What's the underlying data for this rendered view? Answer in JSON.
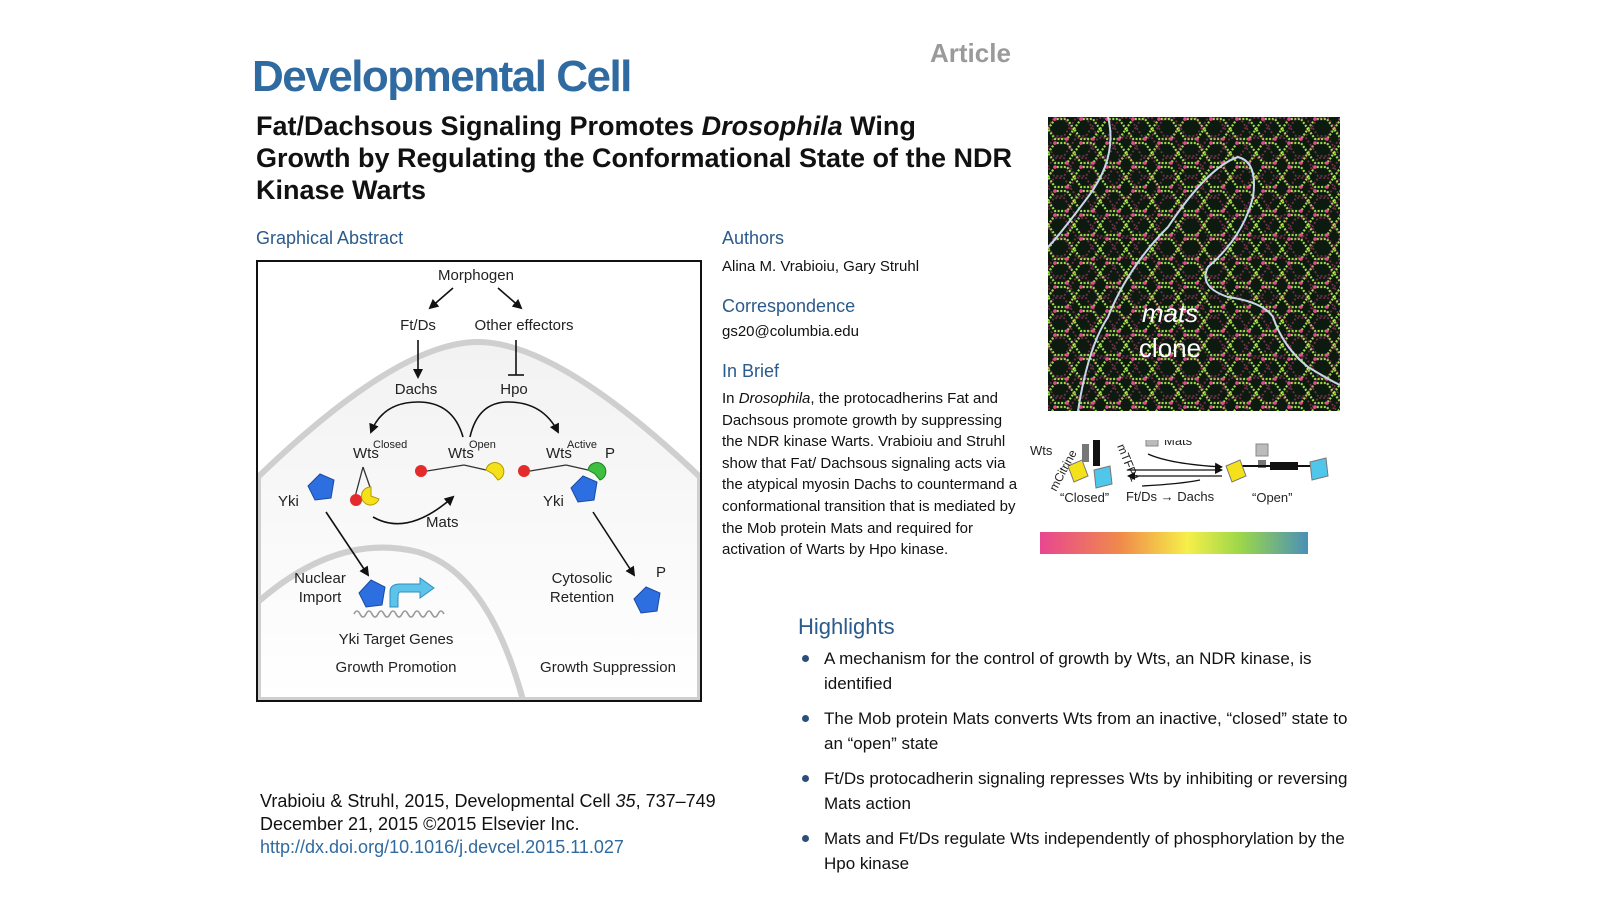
{
  "header": {
    "article_tag": "Article",
    "journal": "Developmental Cell",
    "title_part1": "Fat/Dachsous Signaling Promotes ",
    "title_italic": "Drosophila",
    "title_part2": " Wing Growth by Regulating the Conformational State of the NDR Kinase Warts"
  },
  "graphical_abstract": {
    "heading": "Graphical Abstract",
    "labels": {
      "morphogen": "Morphogen",
      "ftds": "Ft/Ds",
      "other_effectors": "Other effectors",
      "dachs": "Dachs",
      "hpo": "Hpo",
      "wts": "Wts",
      "closed": "Closed",
      "open": "Open",
      "active": "Active",
      "p": "P",
      "yki": "Yki",
      "mats": "Mats",
      "nuclear": "Nuclear",
      "import": "Import",
      "cytosolic": "Cytosolic",
      "retention": "Retention",
      "yki_target_genes": "Yki Target Genes",
      "growth_promotion": "Growth Promotion",
      "growth_suppression": "Growth Suppression"
    }
  },
  "authors": {
    "heading": "Authors",
    "names": "Alina M. Vrabioiu, Gary Struhl"
  },
  "correspondence": {
    "heading": "Correspondence",
    "email": "gs20@columbia.edu"
  },
  "in_brief": {
    "heading": "In Brief",
    "lead": "In ",
    "italic": "Drosophila",
    "text": ", the protocadherins Fat and Dachsous promote growth by suppressing the NDR kinase Warts. Vrabioiu and Struhl show that Fat/ Dachsous signaling acts via the atypical myosin Dachs to countermand a conformational transition that is mediated by the Mob protein Mats and required for activation of Warts by Hpo kinase."
  },
  "micrograph": {
    "label_line1": "mats",
    "label_line2": "clone"
  },
  "scheme": {
    "wts": "Wts",
    "mcitrine": "mCitrine",
    "mtfp1": "mTFP1",
    "mats": "Mats",
    "closed": "“Closed”",
    "open": "“Open”",
    "ftds_dachs": "Ft/Ds → Dachs",
    "gradient_colors": [
      "#e8478f",
      "#f08a4b",
      "#f6ef4a",
      "#9bd64a",
      "#4a90b8"
    ]
  },
  "highlights": {
    "heading": "Highlights",
    "items": [
      "A mechanism for the control of growth by Wts, an NDR kinase, is identified",
      "The Mob protein Mats converts Wts from an inactive, “closed” state to an “open” state",
      "Ft/Ds protocadherin signaling represses Wts by inhibiting or reversing Mats action",
      "Mats and Ft/Ds regulate Wts independently of phosphorylation by the Hpo kinase"
    ]
  },
  "citation": {
    "line1_prefix": "Vrabioiu & Struhl, 2015, Developmental Cell ",
    "volume": "35",
    "line1_suffix": ", 737–749",
    "line2": "December 21, 2015 ©2015 Elsevier Inc.",
    "doi": "http://dx.doi.org/10.1016/j.devcel.2015.11.027"
  }
}
